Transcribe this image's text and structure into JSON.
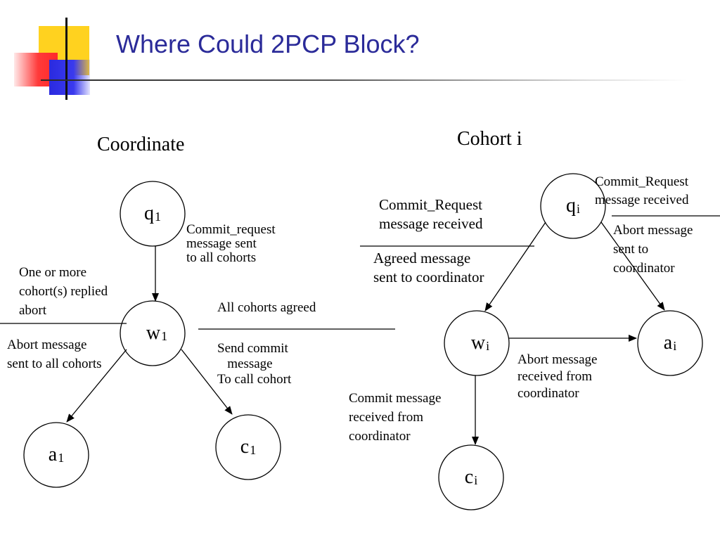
{
  "slide": {
    "title": "Where Could 2PCP Block?"
  },
  "coordinator": {
    "heading": "Coordinate",
    "states": {
      "q": {
        "base": "q",
        "sub": "1"
      },
      "w": {
        "base": "w",
        "sub": "1"
      },
      "a": {
        "base": "a",
        "sub": "1"
      },
      "c": {
        "base": "c",
        "sub": "1"
      }
    },
    "labels": {
      "commit_request": "Commit_request\nmessage sent\nto all cohorts",
      "abort_reply": "One or more\ncohort(s) replied\nabort",
      "abort_sent": "Abort message\nsent to all cohorts",
      "all_agreed": "All cohorts agreed",
      "send_commit": "Send commit\n   message\nTo call cohort"
    }
  },
  "cohort": {
    "heading": "Cohort i",
    "states": {
      "q": {
        "base": "q",
        "sub": "i"
      },
      "w": {
        "base": "w",
        "sub": "i"
      },
      "a": {
        "base": "a",
        "sub": "i"
      },
      "c": {
        "base": "c",
        "sub": "i"
      }
    },
    "labels": {
      "commit_request_left": "Commit_Request\nmessage received",
      "agreed_sent": "Agreed message\nsent to coordinator",
      "commit_request_right": "Commit_Request\nmessage received",
      "abort_sent": "Abort message\nsent to\ncoordinator",
      "abort_received": "Abort message\nreceived from\ncoordinator",
      "commit_received": "Commit message\nreceived from\ncoordinator"
    }
  }
}
